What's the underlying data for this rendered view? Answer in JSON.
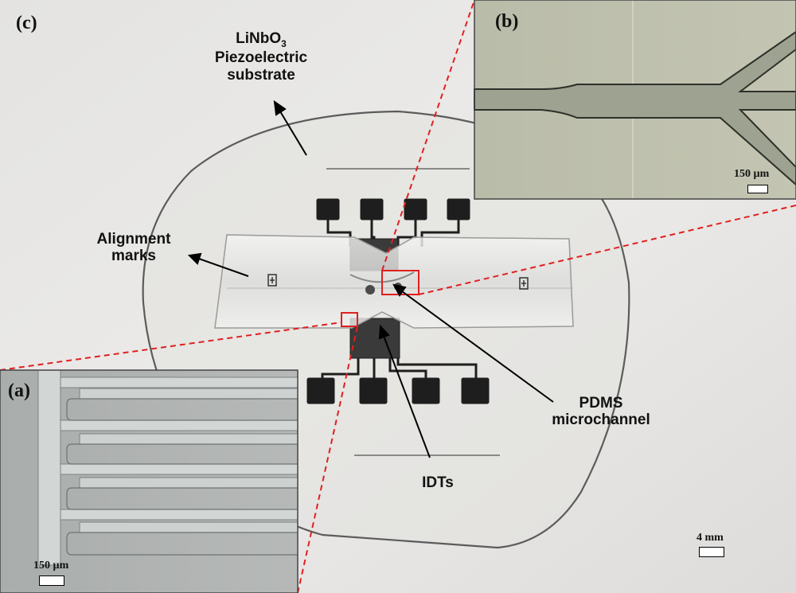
{
  "panels": {
    "a": "(a)",
    "b": "(b)",
    "c": "(c)"
  },
  "labels": {
    "substrate_main": "LiNbO",
    "substrate_sub": "3",
    "substrate_line2": "Piezoelectric",
    "substrate_line3": "substrate",
    "alignment_line1": "Alignment",
    "alignment_line2": "marks",
    "pdms_line1": "PDMS",
    "pdms_line2": "microchannel",
    "idts": "IDTs"
  },
  "scale_bars": {
    "a": "150 µm",
    "b": "150 µm",
    "c": "4 mm"
  },
  "colors": {
    "dashed_guide": "#e02020",
    "highlight_box": "#e02020",
    "electrode": "#1e1e1e",
    "background": "#e9e8e6"
  }
}
